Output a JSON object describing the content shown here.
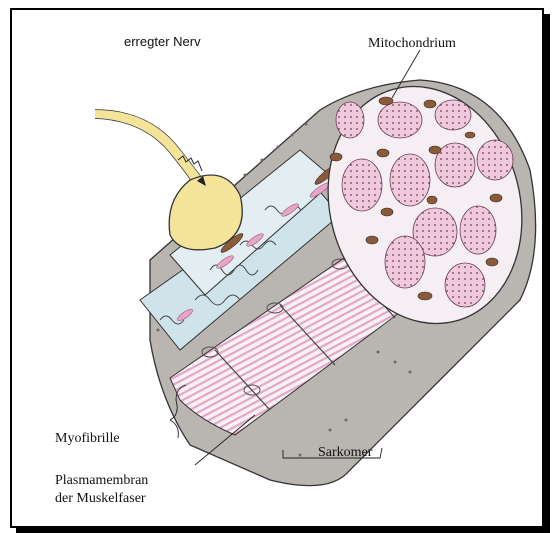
{
  "labels": {
    "nerve": "erregter Nerv",
    "mitochondrium": "Mitochondrium",
    "myofibrille": "Myofibrille",
    "sarkomer": "Sarkomer",
    "plasmamembran_1": "Plasmamembran",
    "plasmamembran_2": "der Muskelfaser"
  },
  "colors": {
    "fiber_outer": "#b9b5b1",
    "fiber_inner": "#cfe3ea",
    "myofibril_pink": "#e6a6c8",
    "mitochondrium_brown": "#8a5a3c",
    "nerve_yellow": "#f3e49a",
    "membrane_grey": "#8f8b88"
  }
}
